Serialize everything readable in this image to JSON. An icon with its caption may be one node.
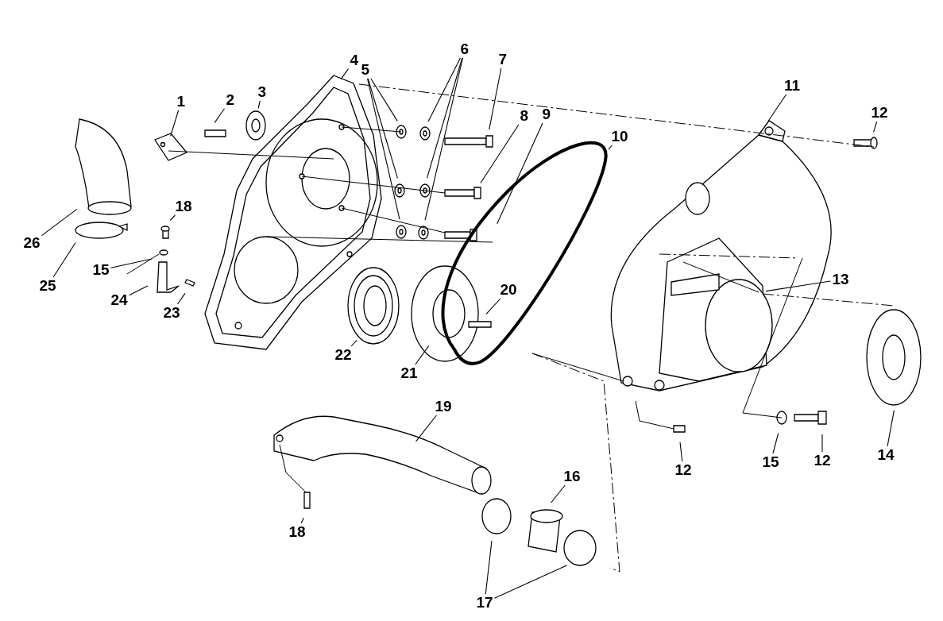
{
  "diagram": {
    "nodes": [
      {
        "text": [
          "4"
        ]
      },
      {
        "text": [
          "5"
        ]
      },
      {
        "text": [
          "6"
        ]
      },
      {
        "text": [
          "7"
        ]
      },
      {
        "text": [
          "11"
        ]
      },
      {
        "text": [
          "1"
        ]
      },
      {
        "text": [
          "2"
        ]
      },
      {
        "text": [
          "3"
        ]
      },
      {
        "text": [
          "8"
        ]
      },
      {
        "text": [
          "9"
        ]
      },
      {
        "text": [
          "12"
        ]
      },
      {
        "text": [
          "10"
        ]
      },
      {
        "text": [
          "18"
        ]
      },
      {
        "text": [
          "26"
        ]
      },
      {
        "text": [
          "15"
        ]
      },
      {
        "text": [
          "13"
        ]
      },
      {
        "text": [
          "25"
        ]
      },
      {
        "text": [
          "20"
        ]
      },
      {
        "text": [
          "23"
        ]
      },
      {
        "text": [
          "24"
        ]
      },
      {
        "text": [
          "22"
        ]
      },
      {
        "text": [
          "21"
        ]
      },
      {
        "text": [
          "19"
        ]
      },
      {
        "text": [
          "14"
        ]
      },
      {
        "text": [
          "15"
        ]
      },
      {
        "text": [
          "12"
        ]
      },
      {
        "text": [
          "12"
        ]
      },
      {
        "text": [
          "16"
        ]
      },
      {
        "text": [
          "18"
        ]
      },
      {
        "text": [
          "17"
        ]
      }
    ],
    "edges": [
      {
        "from": 0,
        "to": null,
        "arrow": "none"
      },
      {
        "from": 1,
        "to": null,
        "arrow": "none"
      },
      {
        "from": 1,
        "to": null,
        "arrow": "none"
      },
      {
        "from": 1,
        "to": null,
        "arrow": "none"
      },
      {
        "from": 2,
        "to": null,
        "arrow": "none"
      },
      {
        "from": 2,
        "to": null,
        "arrow": "none"
      },
      {
        "from": 2,
        "to": null,
        "arrow": "none"
      },
      {
        "from": 3,
        "to": null,
        "arrow": "none"
      },
      {
        "from": 4,
        "to": null,
        "arrow": "none"
      },
      {
        "from": 5,
        "to": null,
        "arrow": "none"
      },
      {
        "from": 6,
        "to": null,
        "arrow": "none"
      },
      {
        "from": 7,
        "to": null,
        "arrow": "none"
      },
      {
        "from": 8,
        "to": null,
        "arrow": "none"
      },
      {
        "from": 9,
        "to": null,
        "arrow": "none"
      },
      {
        "from": 10,
        "to": null,
        "arrow": "none"
      },
      {
        "from": 11,
        "to": null,
        "arrow": "none"
      },
      {
        "from": 12,
        "to": null,
        "arrow": "none"
      },
      {
        "from": 13,
        "to": null,
        "arrow": "none"
      },
      {
        "from": 14,
        "to": null,
        "arrow": "none"
      },
      {
        "from": 15,
        "to": null,
        "arrow": "none"
      },
      {
        "from": 16,
        "to": null,
        "arrow": "none"
      },
      {
        "from": 17,
        "to": null,
        "arrow": "none"
      },
      {
        "from": 18,
        "to": null,
        "arrow": "none"
      },
      {
        "from": 19,
        "to": null,
        "arrow": "none"
      },
      {
        "from": 20,
        "to": null,
        "arrow": "none"
      },
      {
        "from": 21,
        "to": null,
        "arrow": "none"
      },
      {
        "from": 22,
        "to": null,
        "arrow": "none"
      },
      {
        "from": 23,
        "to": null,
        "arrow": "none"
      },
      {
        "from": 24,
        "to": null,
        "arrow": "none"
      },
      {
        "from": 25,
        "to": null,
        "arrow": "none"
      },
      {
        "from": 26,
        "to": null,
        "arrow": "none"
      },
      {
        "from": 27,
        "to": null,
        "arrow": "none"
      },
      {
        "from": 28,
        "to": null,
        "arrow": "none"
      },
      {
        "from": 29,
        "to": null,
        "arrow": "none"
      },
      {
        "from": 29,
        "to": null,
        "arrow": "none"
      }
    ]
  }
}
